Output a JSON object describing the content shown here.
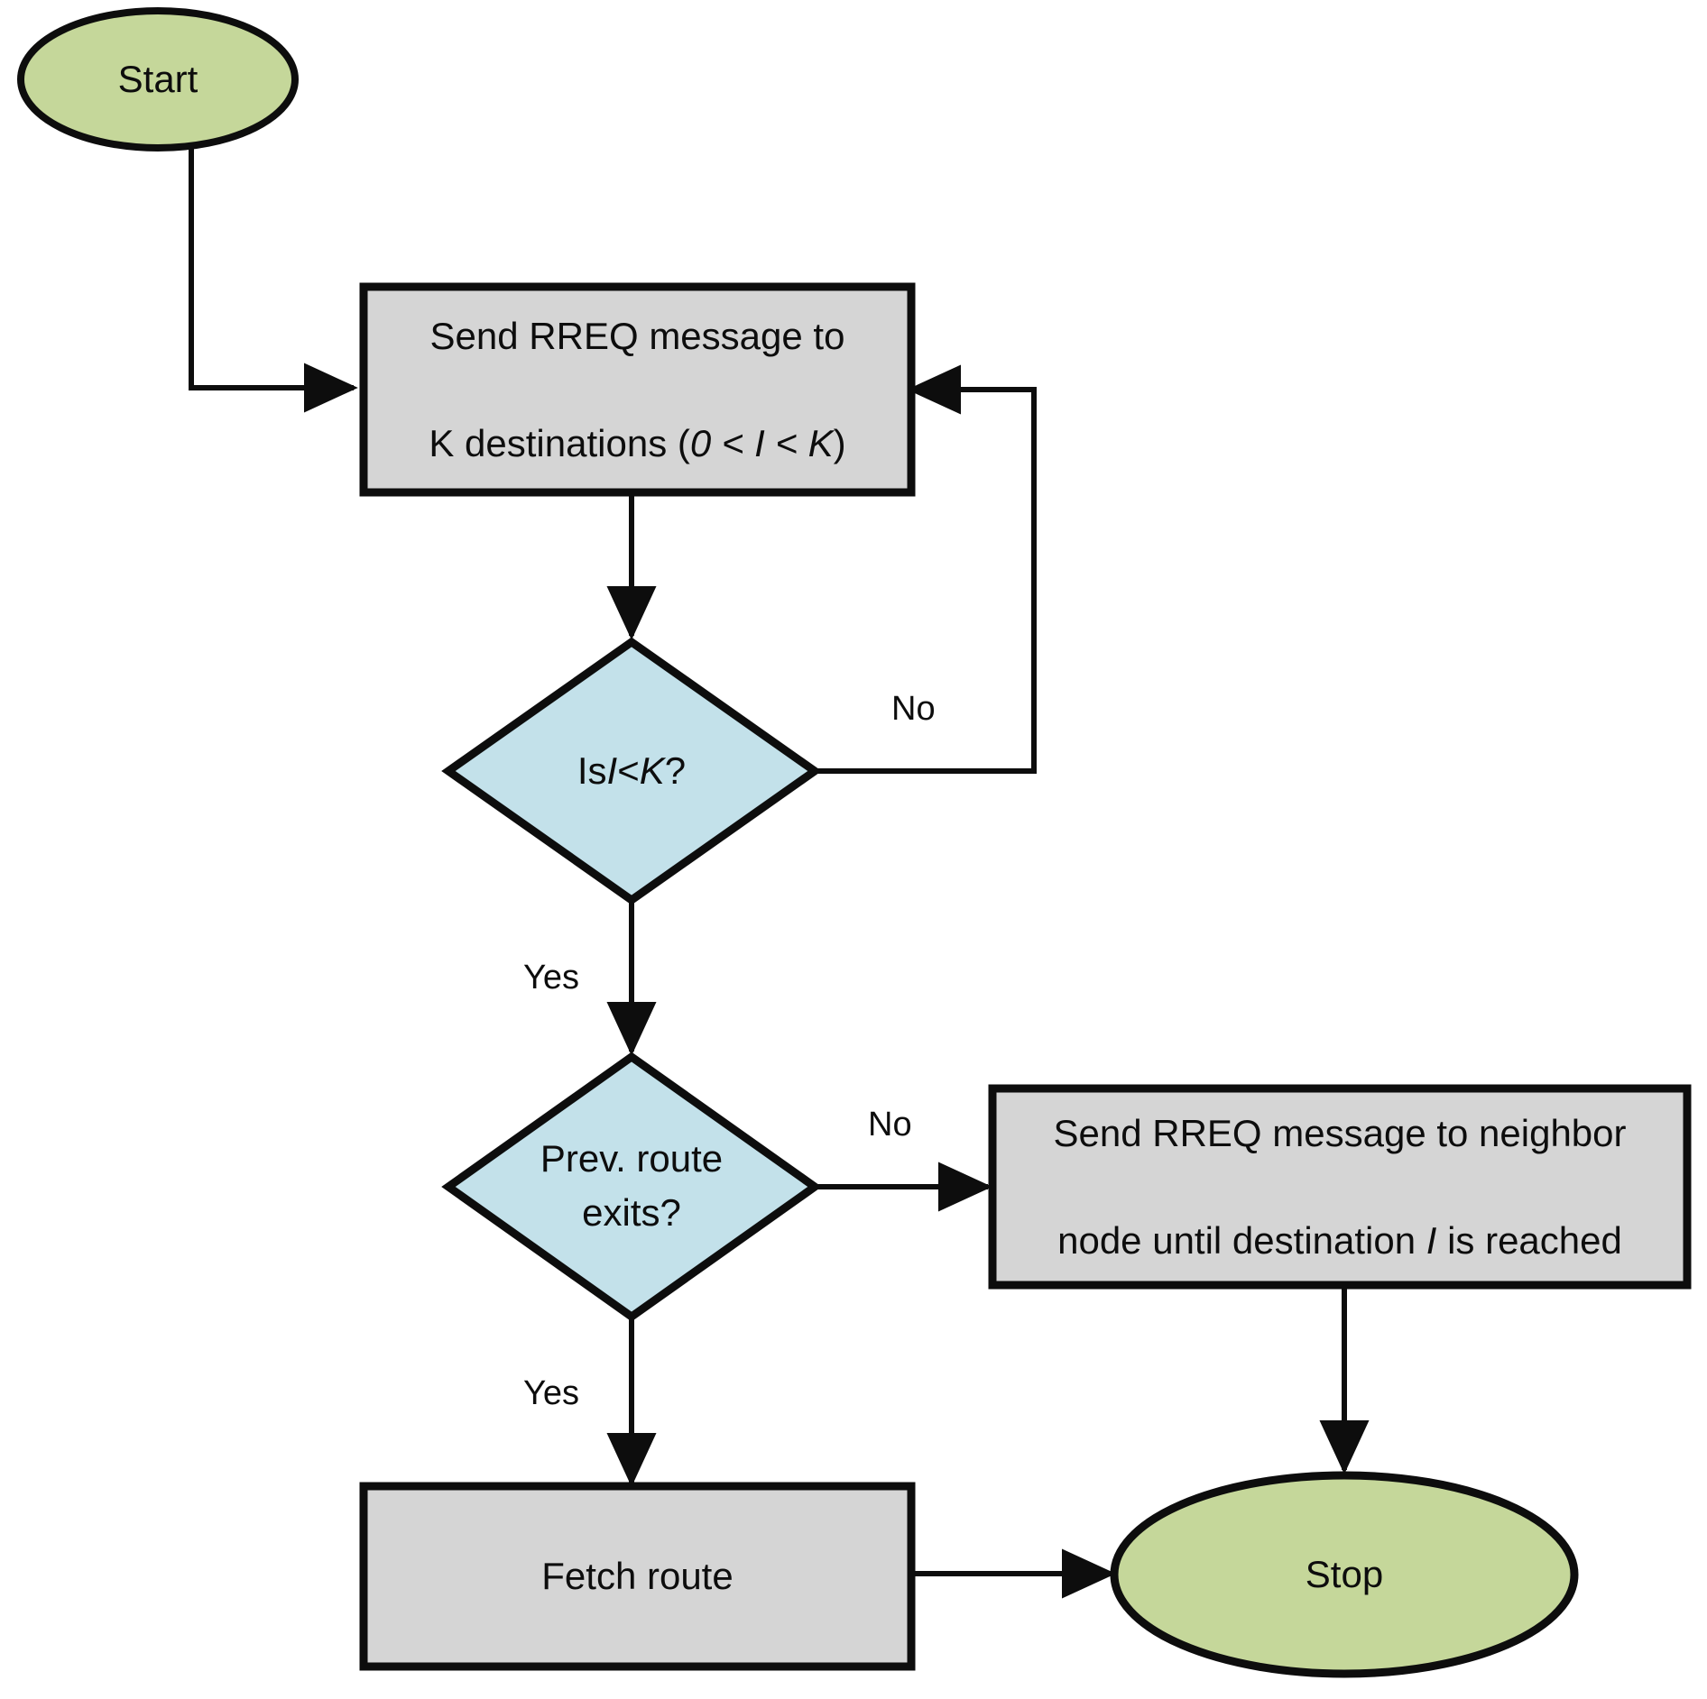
{
  "diagram": {
    "title": "RREQ route discovery flowchart",
    "colors": {
      "terminator_fill": "#c5d79a",
      "process_fill": "#d5d5d5",
      "decision_fill": "#c3e1ea",
      "stroke": "#0d0d0d",
      "text": "#0d0d0d",
      "background": "#ffffff"
    },
    "nodes": [
      {
        "id": "start",
        "shape": "ellipse",
        "label": "Start"
      },
      {
        "id": "send_k",
        "shape": "process",
        "label_line1": "Send RREQ message to",
        "label_line2_pre": "K destinations (",
        "label_line2_italic": "0 < I < K",
        "label_line2_post": ")"
      },
      {
        "id": "is_i_lt_k",
        "shape": "decision",
        "label_pre": "Is ",
        "label_italic_a": "I",
        "label_mid": " < ",
        "label_italic_b": "K",
        "label_post": "?"
      },
      {
        "id": "prev_route",
        "shape": "decision",
        "label_line1": "Prev. route",
        "label_line2": "exits?"
      },
      {
        "id": "send_neighbor",
        "shape": "process",
        "label_line1": "Send RREQ message to neighbor",
        "label_line2_pre": "node until destination ",
        "label_line2_italic": "I",
        "label_line2_post": " is reached"
      },
      {
        "id": "fetch_route",
        "shape": "process",
        "label": "Fetch route"
      },
      {
        "id": "stop",
        "shape": "ellipse",
        "label": "Stop"
      }
    ],
    "edge_labels": {
      "no_1": "No",
      "yes_1": "Yes",
      "no_2": "No",
      "yes_2": "Yes"
    },
    "edges": [
      {
        "from": "start",
        "to": "send_k",
        "label": ""
      },
      {
        "from": "send_k",
        "to": "is_i_lt_k",
        "label": ""
      },
      {
        "from": "is_i_lt_k",
        "to": "send_k",
        "label": "No"
      },
      {
        "from": "is_i_lt_k",
        "to": "prev_route",
        "label": "Yes"
      },
      {
        "from": "prev_route",
        "to": "send_neighbor",
        "label": "No"
      },
      {
        "from": "prev_route",
        "to": "fetch_route",
        "label": "Yes"
      },
      {
        "from": "send_neighbor",
        "to": "stop",
        "label": ""
      },
      {
        "from": "fetch_route",
        "to": "stop",
        "label": ""
      }
    ]
  }
}
